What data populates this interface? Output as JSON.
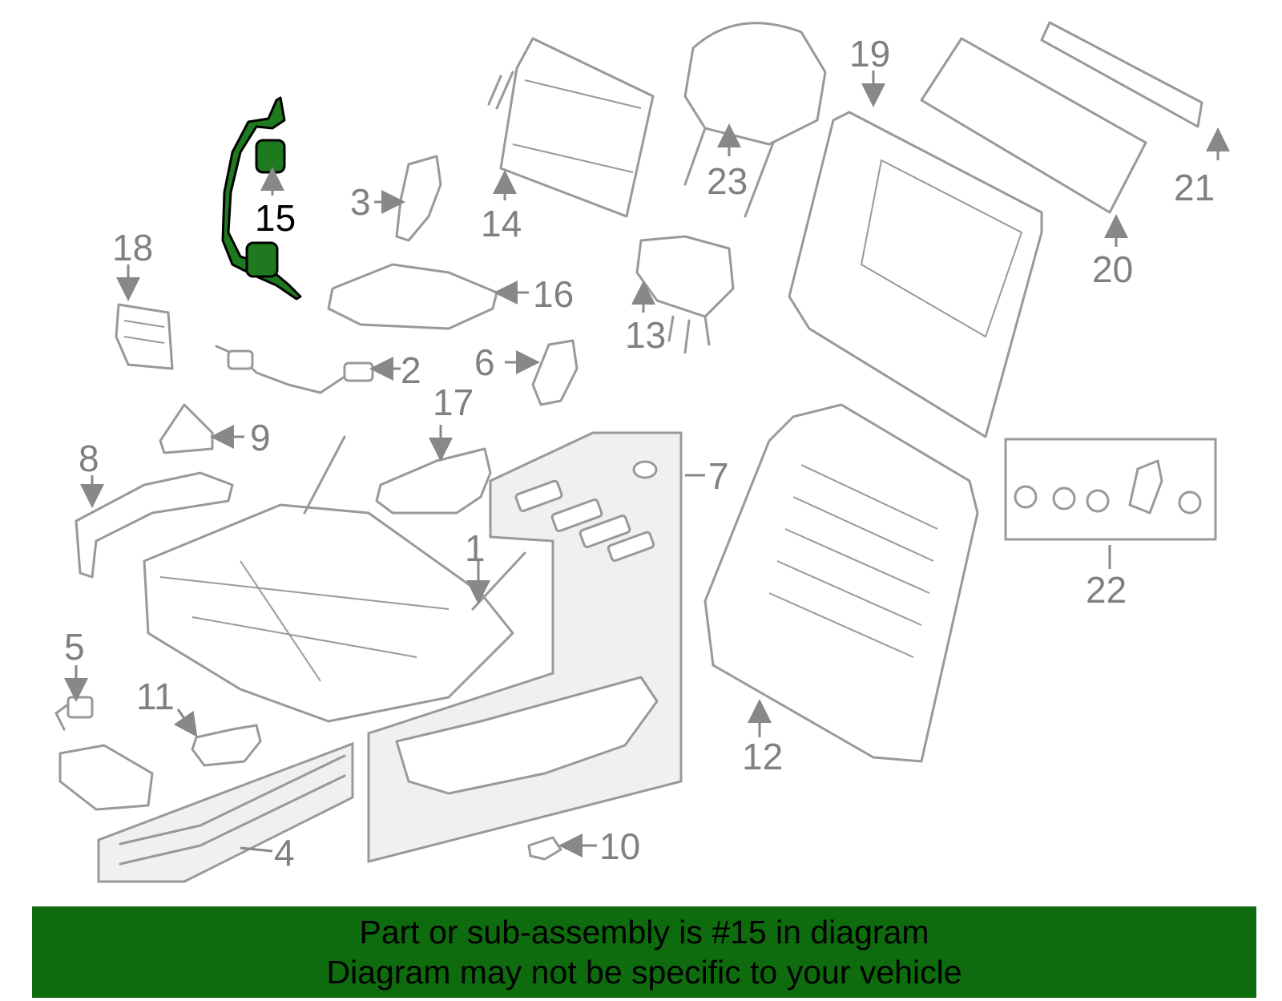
{
  "callouts": [
    "1",
    "2",
    "3",
    "4",
    "5",
    "6",
    "7",
    "8",
    "9",
    "10",
    "11",
    "12",
    "13",
    "14",
    "15",
    "16",
    "17",
    "18",
    "19",
    "20",
    "21",
    "22",
    "23"
  ],
  "highlight": {
    "part": "15",
    "color": "#1f7a1f"
  },
  "caption": {
    "line1": "Part or sub-assembly is #15 in diagram",
    "line2": "Diagram may not be specific to your vehicle",
    "background": "#0e6b0e"
  }
}
